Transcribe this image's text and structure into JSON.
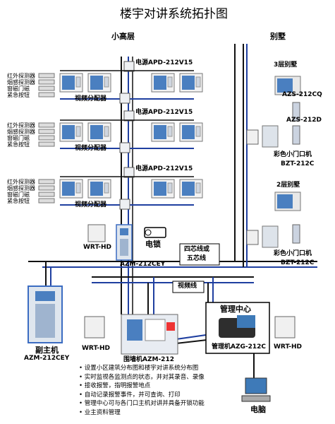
{
  "diagram": {
    "title": "楼宇对讲系统拓扑图",
    "sections": {
      "left": "小高层",
      "right": "别墅"
    },
    "floor_group": {
      "sensors": [
        "红外探测器",
        "烟感探测器",
        "窗磁门磁",
        "紧急按钮"
      ],
      "power_supply": "电源APD-212V15",
      "video_distributor": "视频分配器"
    },
    "floors_count": 3,
    "building": {
      "door_station": "AZM-212CEY",
      "wrt": "WRT-HD",
      "lock": "电锁",
      "cable_note_line1": "四芯线或",
      "cable_note_line2": "五芯线",
      "video_cable": "视频线"
    },
    "sub_unit": {
      "name": "副主机",
      "model": "AZM-212CEY"
    },
    "wall_unit": {
      "wrt": "WRT-HD",
      "name": "围墙机AZM-212"
    },
    "management": {
      "center": "管理中心",
      "host": "管理机AZG-212C",
      "wrt": "WRT-HD"
    },
    "villa3": {
      "title": "3层别墅",
      "monitor": "AZS-212CQ",
      "phone": "AZS-212D",
      "door_name": "彩色小门口机",
      "door_model": "BZT-212C"
    },
    "villa2": {
      "title": "2层别墅",
      "door_name": "彩色小门口机",
      "door_model": "BZT-212C"
    },
    "computer": "电脑",
    "features": [
      "设置小区建筑分布图和楼宇对讲系统分布图",
      "实时监视各监测点的状态，并对其录音、录像",
      "接收报警，指明报警地点",
      "自动记录报警事件，并可查询、打印",
      "管理中心可与各门口主机对讲并具备开锁功能",
      "业主资料管理"
    ],
    "colors": {
      "blue_line": "#1f3fa0",
      "black_line": "#111111",
      "screen": "#4a7fc0",
      "device_panel": "#dfe6ee",
      "door_blue": "#3b6cc2"
    }
  }
}
